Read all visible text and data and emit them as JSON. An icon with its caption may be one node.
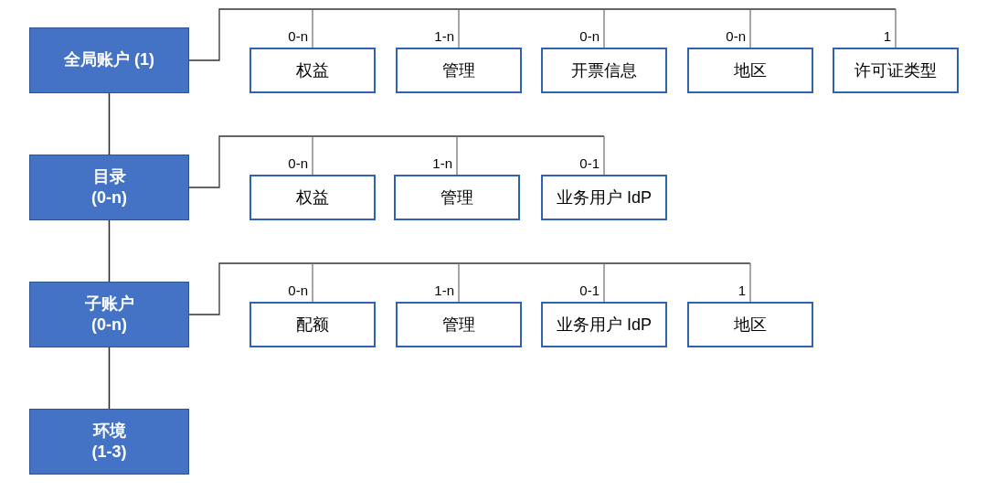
{
  "diagram": {
    "nodes": [
      {
        "text": [
          "全局账户 (1)"
        ]
      },
      {
        "text": [
          "权益"
        ]
      },
      {
        "text": [
          "管理"
        ]
      },
      {
        "text": [
          "开票信息"
        ]
      },
      {
        "text": [
          "地区"
        ]
      },
      {
        "text": [
          "许可证类型"
        ]
      },
      {
        "text": [
          "目录 (0-n)"
        ]
      },
      {
        "text": [
          "权益"
        ]
      },
      {
        "text": [
          "管理"
        ]
      },
      {
        "text": [
          "业务用户 IdP"
        ]
      },
      {
        "text": [
          "子账户 (0-n)"
        ]
      },
      {
        "text": [
          "配额"
        ]
      },
      {
        "text": [
          "管理"
        ]
      },
      {
        "text": [
          "业务用户 IdP"
        ]
      },
      {
        "text": [
          "地区"
        ]
      },
      {
        "text": [
          "环境 (1-3)"
        ]
      }
    ],
    "edges": [
      {
        "from": 0,
        "to": 6,
        "arrow": "none"
      },
      {
        "from": 6,
        "to": 10,
        "arrow": "none"
      },
      {
        "from": 10,
        "to": 15,
        "arrow": "none"
      },
      {
        "from": 0,
        "to": 1,
        "arrow": "none",
        "label": "0-n"
      },
      {
        "from": 0,
        "to": 2,
        "arrow": "none",
        "label": "1-n"
      },
      {
        "from": 0,
        "to": 3,
        "arrow": "none",
        "label": "0-n"
      },
      {
        "from": 0,
        "to": 4,
        "arrow": "none",
        "label": "0-n"
      },
      {
        "from": 0,
        "to": 5,
        "arrow": "none",
        "label": "1"
      },
      {
        "from": 6,
        "to": 7,
        "arrow": "none",
        "label": "0-n"
      },
      {
        "from": 6,
        "to": 8,
        "arrow": "none",
        "label": "1-n"
      },
      {
        "from": 6,
        "to": 9,
        "arrow": "none",
        "label": "0-1"
      },
      {
        "from": 10,
        "to": 11,
        "arrow": "none",
        "label": "0-n"
      },
      {
        "from": 10,
        "to": 12,
        "arrow": "none",
        "label": "1-n"
      },
      {
        "from": 10,
        "to": 13,
        "arrow": "none",
        "label": "0-1"
      },
      {
        "from": 10,
        "to": 14,
        "arrow": "none",
        "label": "1"
      }
    ]
  }
}
